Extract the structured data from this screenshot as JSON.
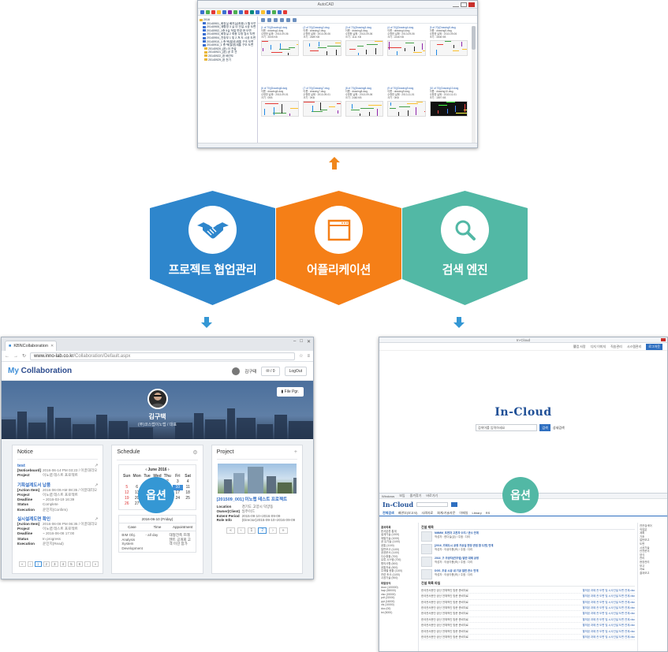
{
  "cad_window": {
    "title": "AutoCAD",
    "tree": [
      {
        "label": "2016",
        "folder": true
      },
      {
        "label": "20140901_화장실 배치실(최종) 3 월 도면",
        "folder": false
      },
      {
        "label": "20140905_재활영 3 실 이 전실 시공 도면",
        "folder": false
      },
      {
        "label": "20140902_1층 5실 적절 변경 현 도면",
        "folder": false
      },
      {
        "label": "20140903_화장실 2 최종 수정 검사 도면",
        "folder": false
      },
      {
        "label": "20140904_천장부 1 및 2 쳐 도 시공 도면",
        "folder": false
      },
      {
        "label": "20140910_1 층 택(발공)계통 구조 도면",
        "folder": false
      },
      {
        "label": "20140911_1 층 택(발공)계통 구조 도면",
        "folder": false
      },
      {
        "label": "20140920_(완) 이 전설",
        "folder": true
      },
      {
        "label": "20140921_(완) 공 조 관",
        "folder": true
      },
      {
        "label": "20140922_완 배관도",
        "folder": true
      },
      {
        "label": "20140929_완 전기",
        "folder": true
      }
    ],
    "cards": [
      {
        "file": "(1 of 70)(Drawing1.dwg",
        "l1": "이름 : drawing1.dwg",
        "l2": "수정한 날짜 : 2013-09-06",
        "l3": "크기 : 3005 KB",
        "dark": false
      },
      {
        "file": "(2 of 70)(Drawing2.dwg",
        "l1": "이름 : drawing2.dwg",
        "l2": "수정한 날짜 : 2013-09-06",
        "l3": "크기 : 2689 KB",
        "dark": false
      },
      {
        "file": "(3 of 70)(Drawing3.dwg",
        "l1": "이름 : drawing3.dwg",
        "l2": "수정한 날짜 : 2013-09-06",
        "l3": "크기 : 1111 KB",
        "dark": false
      },
      {
        "file": "(4 of 70)(Drawing4.dwg",
        "l1": "이름 : drawing4.dwg",
        "l2": "수정한 날짜 : 2013-09-06",
        "l3": "크기 : 2246 KB",
        "dark": false
      },
      {
        "file": "(5 of 70)(Drawing5.dwg",
        "l1": "이름 : drawing5.dwg",
        "l2": "수정한 날짜 : 2013-09-06",
        "l3": "크기 : 3008 KB",
        "dark": false
      },
      {
        "file": "(6 of 70)(Drawing6.dwg",
        "l1": "이름 : drawing6.dwg",
        "l2": "수정한 날짜 : 2013-09-01",
        "l3": "크기 : 0KB",
        "dark": false
      },
      {
        "file": "(7 of 70)(Drawing7.dwg",
        "l1": "이름 : drawing7.dwg",
        "l2": "수정한 날짜 : 2013-09-01",
        "l3": "크기 : 0KB",
        "dark": false
      },
      {
        "file": "(8 of 70)(Drawing8.dwg",
        "l1": "이름 : drawing8.dwg",
        "l2": "수정한 날짜 : 2013-09-06",
        "l3": "크기 : 2480 KB",
        "dark": false
      },
      {
        "file": "(9 of 70)(Drawing9.dwg",
        "l1": "이름 : drawing9.dwg",
        "l2": "수정한 날짜 : 2013-11-01",
        "l3": "크기 : 0KB",
        "dark": false
      },
      {
        "file": "(10 of 70)(Drawing10.dwg",
        "l1": "이름 : drawing10.dwg",
        "l2": "수정한 날짜 : 2013-11-01",
        "l3": "크기 : 1597 KB",
        "dark": true
      }
    ]
  },
  "badges": {
    "collab": {
      "label": "프로젝트 협업관리",
      "icon": "handshake-icon",
      "color": "#2e86cc"
    },
    "app": {
      "label": "어플리케이션",
      "icon": "app-window-icon",
      "color": "#f57f17"
    },
    "search": {
      "label": "검색 엔진",
      "icon": "search-icon",
      "color": "#52b8a5"
    }
  },
  "options": {
    "left": "옵션",
    "right": "옵션"
  },
  "collab": {
    "tab_title": "KBNCollaboration",
    "url_host": "www.inno-lab.co.kr",
    "url_path": "/Collaboration/Default.aspx",
    "brand_my": "My",
    "brand_rest": " Collaboration",
    "user_name_small": "김구태",
    "msg_count": "✉ / 0",
    "logout": "LogOut",
    "file_button": "File Pgr.",
    "user_name": "김구택",
    "user_org": "(주)코스랩이노랩 / 대표",
    "notice_title": "Notice",
    "schedule_title": "Schedule",
    "project_title": "Project",
    "notices": [
      {
        "title": "test",
        "tag": "[Noticeboard]",
        "date": "2016-06-14 PM 03:23 / 이끌대리오",
        "rows": [
          {
            "k": "Project",
            "v": "이노랩 테스트 프로젝트"
          }
        ]
      },
      {
        "title": "기획설계도서 납품",
        "tag": "[Action Item]",
        "date": "2016-06-09 AM 08:35 / 이끌대리오",
        "rows": [
          {
            "k": "Project",
            "v": "이노랩 테스트 프로젝트"
          },
          {
            "k": "Deadline",
            "v": "~ 2016-03-19 16:39"
          },
          {
            "k": "Status",
            "v": "Complete"
          },
          {
            "k": "Execution",
            "v": "윤민지(Confirm)"
          }
        ]
      },
      {
        "title": "실시설계도면 확인",
        "tag": "[Action Item]",
        "date": "2016-06-08 PM 06:35 / 이끌대리오",
        "rows": [
          {
            "k": "Project",
            "v": "이노랩 테스트 프로젝트"
          },
          {
            "k": "Deadline",
            "v": "~ 2016-06-08 17:00"
          },
          {
            "k": "Status",
            "v": "In progress"
          },
          {
            "k": "Execution",
            "v": "윤민지(Read)"
          }
        ]
      }
    ],
    "notice_pager": [
      "«",
      "‹",
      "1",
      "2",
      "3",
      "4",
      "5",
      "6",
      "›",
      "»"
    ],
    "calendar": {
      "month": "June 2016",
      "days": [
        "Sun",
        "Mon",
        "Tue",
        "Wed",
        "Thu",
        "Fri",
        "Sat"
      ],
      "weeks": [
        [
          "",
          "",
          "",
          "1",
          "2",
          "3",
          "4"
        ],
        [
          "5",
          "6",
          "7",
          "8",
          "9",
          "10",
          "11"
        ],
        [
          "12",
          "13",
          "14",
          "15",
          "16",
          "17",
          "18"
        ],
        [
          "19",
          "20",
          "21",
          "22",
          "23",
          "24",
          "25"
        ],
        [
          "26",
          "27",
          "28",
          "29",
          "30",
          "",
          ""
        ]
      ]
    },
    "schedule_date": "2016-06-10 (Friday)",
    "schedule_cols": [
      "Case",
      "Time",
      "Appointment"
    ],
    "schedule_rows": [
      {
        "case": "BIM Obj. Analysis System Development",
        "time": "- all day",
        "appt": "대형건축 프레젠트 공개회 고객 미선 참가"
      }
    ],
    "project": {
      "title": "[201509_001] 이노랩 테스트 프로젝트",
      "rows": [
        {
          "k": "Location",
          "v": "경기도 고양시 덕양동"
        },
        {
          "k": "Owner(Client)",
          "v": "일주이드"
        },
        {
          "k": "Extent Period",
          "v": "2015-09-10~2016-09-09"
        },
        {
          "k": "Role Info",
          "v": "(Director)2015-09-10~2016-09-09"
        }
      ],
      "pager": [
        "«",
        "‹",
        "1",
        "2",
        "›",
        "»"
      ]
    }
  },
  "cloud": {
    "title": "In-Cloud",
    "nav": [
      "웰컴 사랑",
      "디지 이미지",
      "직송관리",
      "시스템관리",
      "로그아웃"
    ],
    "logo": "In-Cloud",
    "search_placeholder": "검색어를 입력하세요",
    "search_button": "검색",
    "advanced": "상세검색",
    "menubar": [
      "Windows",
      "보임",
      "즐겨찾기",
      "바로가기"
    ],
    "tabs": [
      "전체검색",
      "배관부(보고서)",
      "사례자료",
      "회계/기술자문",
      "이메일",
      "Library",
      "RS"
    ],
    "facets_head1": "결과목록",
    "facets1": [
      "문서분류 통계",
      "설계기술 (1300)",
      "재팔기술 (1000)",
      "공 유기술 (1100)",
      "공통 (1100)",
      "일반보고 (1100)",
      "공공문서 (1100)",
      "다수현황 (700)",
      "유류 시스템 (700)",
      "협의사항 (500)",
      "공통자료 (500)",
      "주제별 현황 (1100)",
      "관련 조사 (1100)",
      "시공기술 (900)"
    ],
    "facets_head2": "파일양식",
    "facets2": [
      "docx (100000)",
      "hwp (58000)",
      "xlsx (00000)",
      "pdf (22000)",
      "ppt (16000)",
      "xls (10000)",
      "doc (00)",
      "txt (5000)"
    ],
    "sec1": "건설 제목",
    "items": [
      {
        "title": "NMMM_포면자 고혼자 수지 / 관소 연계",
        "meta": "작성자 : 한다실(금) / 주점 : 다리"
      },
      {
        "title": "[2016_가회도시 공정 가공실 현장 관점 합 도면] 연계",
        "meta": "작성자 : 이상이용(조) / 주점 : 다리"
      },
      {
        "title": "2016_구 조양자(안주업) 일반 대체 공정",
        "meta": "작성자 : 이상이용(조) / 주점 : 다리"
      },
      {
        "title": "DGS_조공 시공 내 기공 일반 관소 연계",
        "meta": "작성자 : 이상이용(조) / 주점 : 다리"
      }
    ],
    "sec2": "건설 목록 파일",
    "lines": [
      {
        "a": "한국관서문단 공산 전체적인 방문 준비자료",
        "b": "할의된 과제 관 도면 및 시사인설 도면 연계.xlsx"
      },
      {
        "a": "한국관서문단 공산 전체적인 방문 준비자료",
        "b": "할의된 과제 관 도면 및 시사인설 도면 연계.xlsx"
      },
      {
        "a": "한국관서문단 공산 전체적인 방문 준비자료",
        "b": "할의된 과제 관 도면 및 시사인설 도면 연계.xlsx"
      },
      {
        "a": "한국관서문단 공산 전체적인 방문 준비자료",
        "b": "할의된 과제 관 도면 및 시사인설 도면 연계.xlsx"
      },
      {
        "a": "한국관서문단 공산 전체적인 방문 준비자료",
        "b": "할의된 과제 관 도면 및 시사인설 도면 연계.xlsx"
      },
      {
        "a": "한국관서문단 공산 전체적인 방문 준비자료",
        "b": "할의된 과제 관 도면 및 시사인설 도면 연계.xlsx"
      },
      {
        "a": "한국관서문단 공산 전체적인 방문 준비자료",
        "b": "할의된 과제 관 도면 및 시사인설 도면 연계.xlsx"
      },
      {
        "a": "한국관서문단 공산 전체적인 방문 준비자료",
        "b": "할의된 과제 관 도면 및 시사인설 도면 연계.xlsx"
      },
      {
        "a": "한국관서문단 공산 전체적인 방문 준비자료",
        "b": "할의된 과제 관 도면 및 시사인설 도면 연계.xlsx"
      }
    ],
    "side_head": "연관검색어",
    "side": [
      "직업분",
      "계획",
      "기조",
      "일반보고",
      "도면",
      "시공기술",
      "안전문서",
      "양식",
      "관리",
      "현장관리",
      "보고",
      "자료",
      "결과보고"
    ]
  }
}
